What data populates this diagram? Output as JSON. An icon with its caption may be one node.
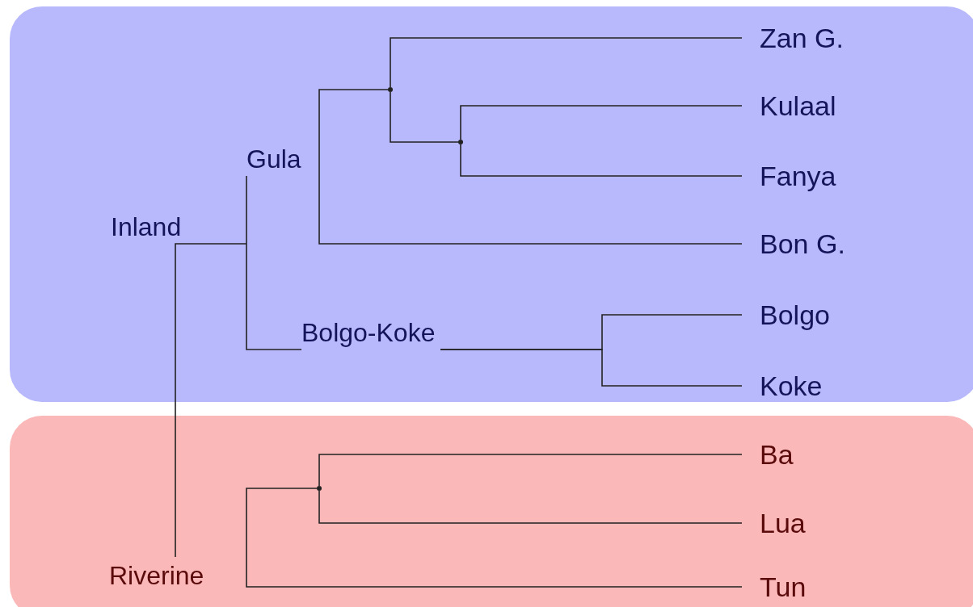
{
  "diagram": {
    "nodes": [
      {
        "text": [],
        "shape": "box"
      },
      {
        "text": [
          "Zan G."
        ],
        "in": 0
      },
      {
        "text": [
          "Kulaal"
        ],
        "in": 0
      },
      {
        "text": [
          "Fanya"
        ],
        "in": 0
      },
      {
        "text": [
          "Gula"
        ],
        "in": 0
      },
      {
        "text": [
          "Inland"
        ],
        "in": 0
      },
      {
        "text": [
          "Bon G."
        ],
        "in": 0
      },
      {
        "text": [
          "Bolgo"
        ],
        "in": 0
      },
      {
        "text": [
          "Bolgo-Koke"
        ],
        "in": 0
      },
      {
        "text": [
          "Koke"
        ],
        "in": 0
      },
      {
        "text": [],
        "shape": "box"
      },
      {
        "text": [
          "Ba"
        ],
        "in": 10
      },
      {
        "text": [
          "Lua"
        ],
        "in": 10
      },
      {
        "text": [
          "Riverine"
        ],
        "in": 10
      },
      {
        "text": [
          "Tun"
        ],
        "in": 10
      },
      {
        "text": [],
        "shape": "dot",
        "in": 0
      },
      {
        "text": [],
        "shape": "dot",
        "in": 0
      },
      {
        "text": [],
        "shape": "dot",
        "in": 10
      }
    ],
    "edges": [
      {
        "from": 5,
        "to": 4,
        "arrow": "none"
      },
      {
        "from": 4,
        "to": 15,
        "arrow": "none"
      },
      {
        "from": 15,
        "to": 1,
        "arrow": "none"
      },
      {
        "from": 15,
        "to": 16,
        "arrow": "none"
      },
      {
        "from": 16,
        "to": 2,
        "arrow": "none"
      },
      {
        "from": 16,
        "to": 3,
        "arrow": "none"
      },
      {
        "from": 4,
        "to": 6,
        "arrow": "none"
      },
      {
        "from": 5,
        "to": 8,
        "arrow": "none"
      },
      {
        "from": 8,
        "to": 7,
        "arrow": "none"
      },
      {
        "from": 8,
        "to": 9,
        "arrow": "none"
      },
      {
        "from": 5,
        "to": 13,
        "arrow": "none"
      },
      {
        "from": 13,
        "to": 17,
        "arrow": "none"
      },
      {
        "from": 17,
        "to": 11,
        "arrow": "none"
      },
      {
        "from": 17,
        "to": 12,
        "arrow": "none"
      },
      {
        "from": 13,
        "to": 14,
        "arrow": "none"
      }
    ]
  }
}
